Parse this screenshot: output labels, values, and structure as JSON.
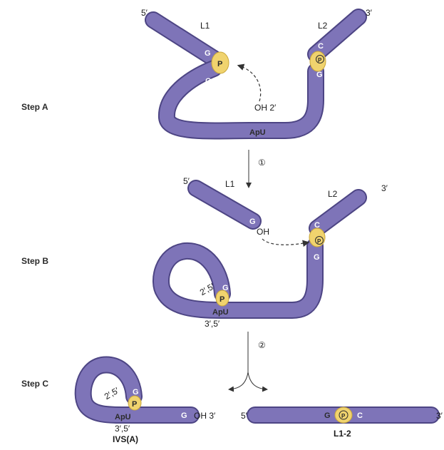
{
  "colors": {
    "tube": "#7e74b8",
    "tube_dark": "#4d4584",
    "tube_light": "#a79fd6",
    "junction": "#f0d36e",
    "junction_edge": "#c9a73a"
  },
  "steps": {
    "a": "Step A",
    "b": "Step B",
    "c": "Step C"
  },
  "arrows": {
    "one": "①",
    "two": "②"
  },
  "step_a": {
    "five_prime": "5′",
    "three_prime": "3′",
    "l1": "L1",
    "l2": "L2",
    "g_left": "G",
    "p": "P",
    "g_loop": "G",
    "oh": "OH 2′",
    "apu": "ApU",
    "c": "C",
    "p_circled": "P",
    "g_right": "G"
  },
  "step_b": {
    "five_prime": "5′",
    "three_prime": "3′",
    "l1": "L1",
    "l2": "L2",
    "g_end": "G",
    "oh": "OH",
    "c": "C",
    "p_circled": "P",
    "g_right": "G",
    "bond": "2′,5′",
    "g_loop": "G",
    "p": "P",
    "apu": "ApU",
    "bond2": "3′,5′"
  },
  "step_c": {
    "bond": "2′,5′",
    "g_loop": "G",
    "p": "P",
    "apu": "ApU",
    "g_end": "G",
    "oh": "OH 3′",
    "bond2": "3′,5′",
    "ivs": "IVS(A)",
    "five_prime": "5′",
    "three_prime": "3′",
    "g": "G",
    "p_circled": "P",
    "c": "C",
    "l12": "L1-2"
  }
}
